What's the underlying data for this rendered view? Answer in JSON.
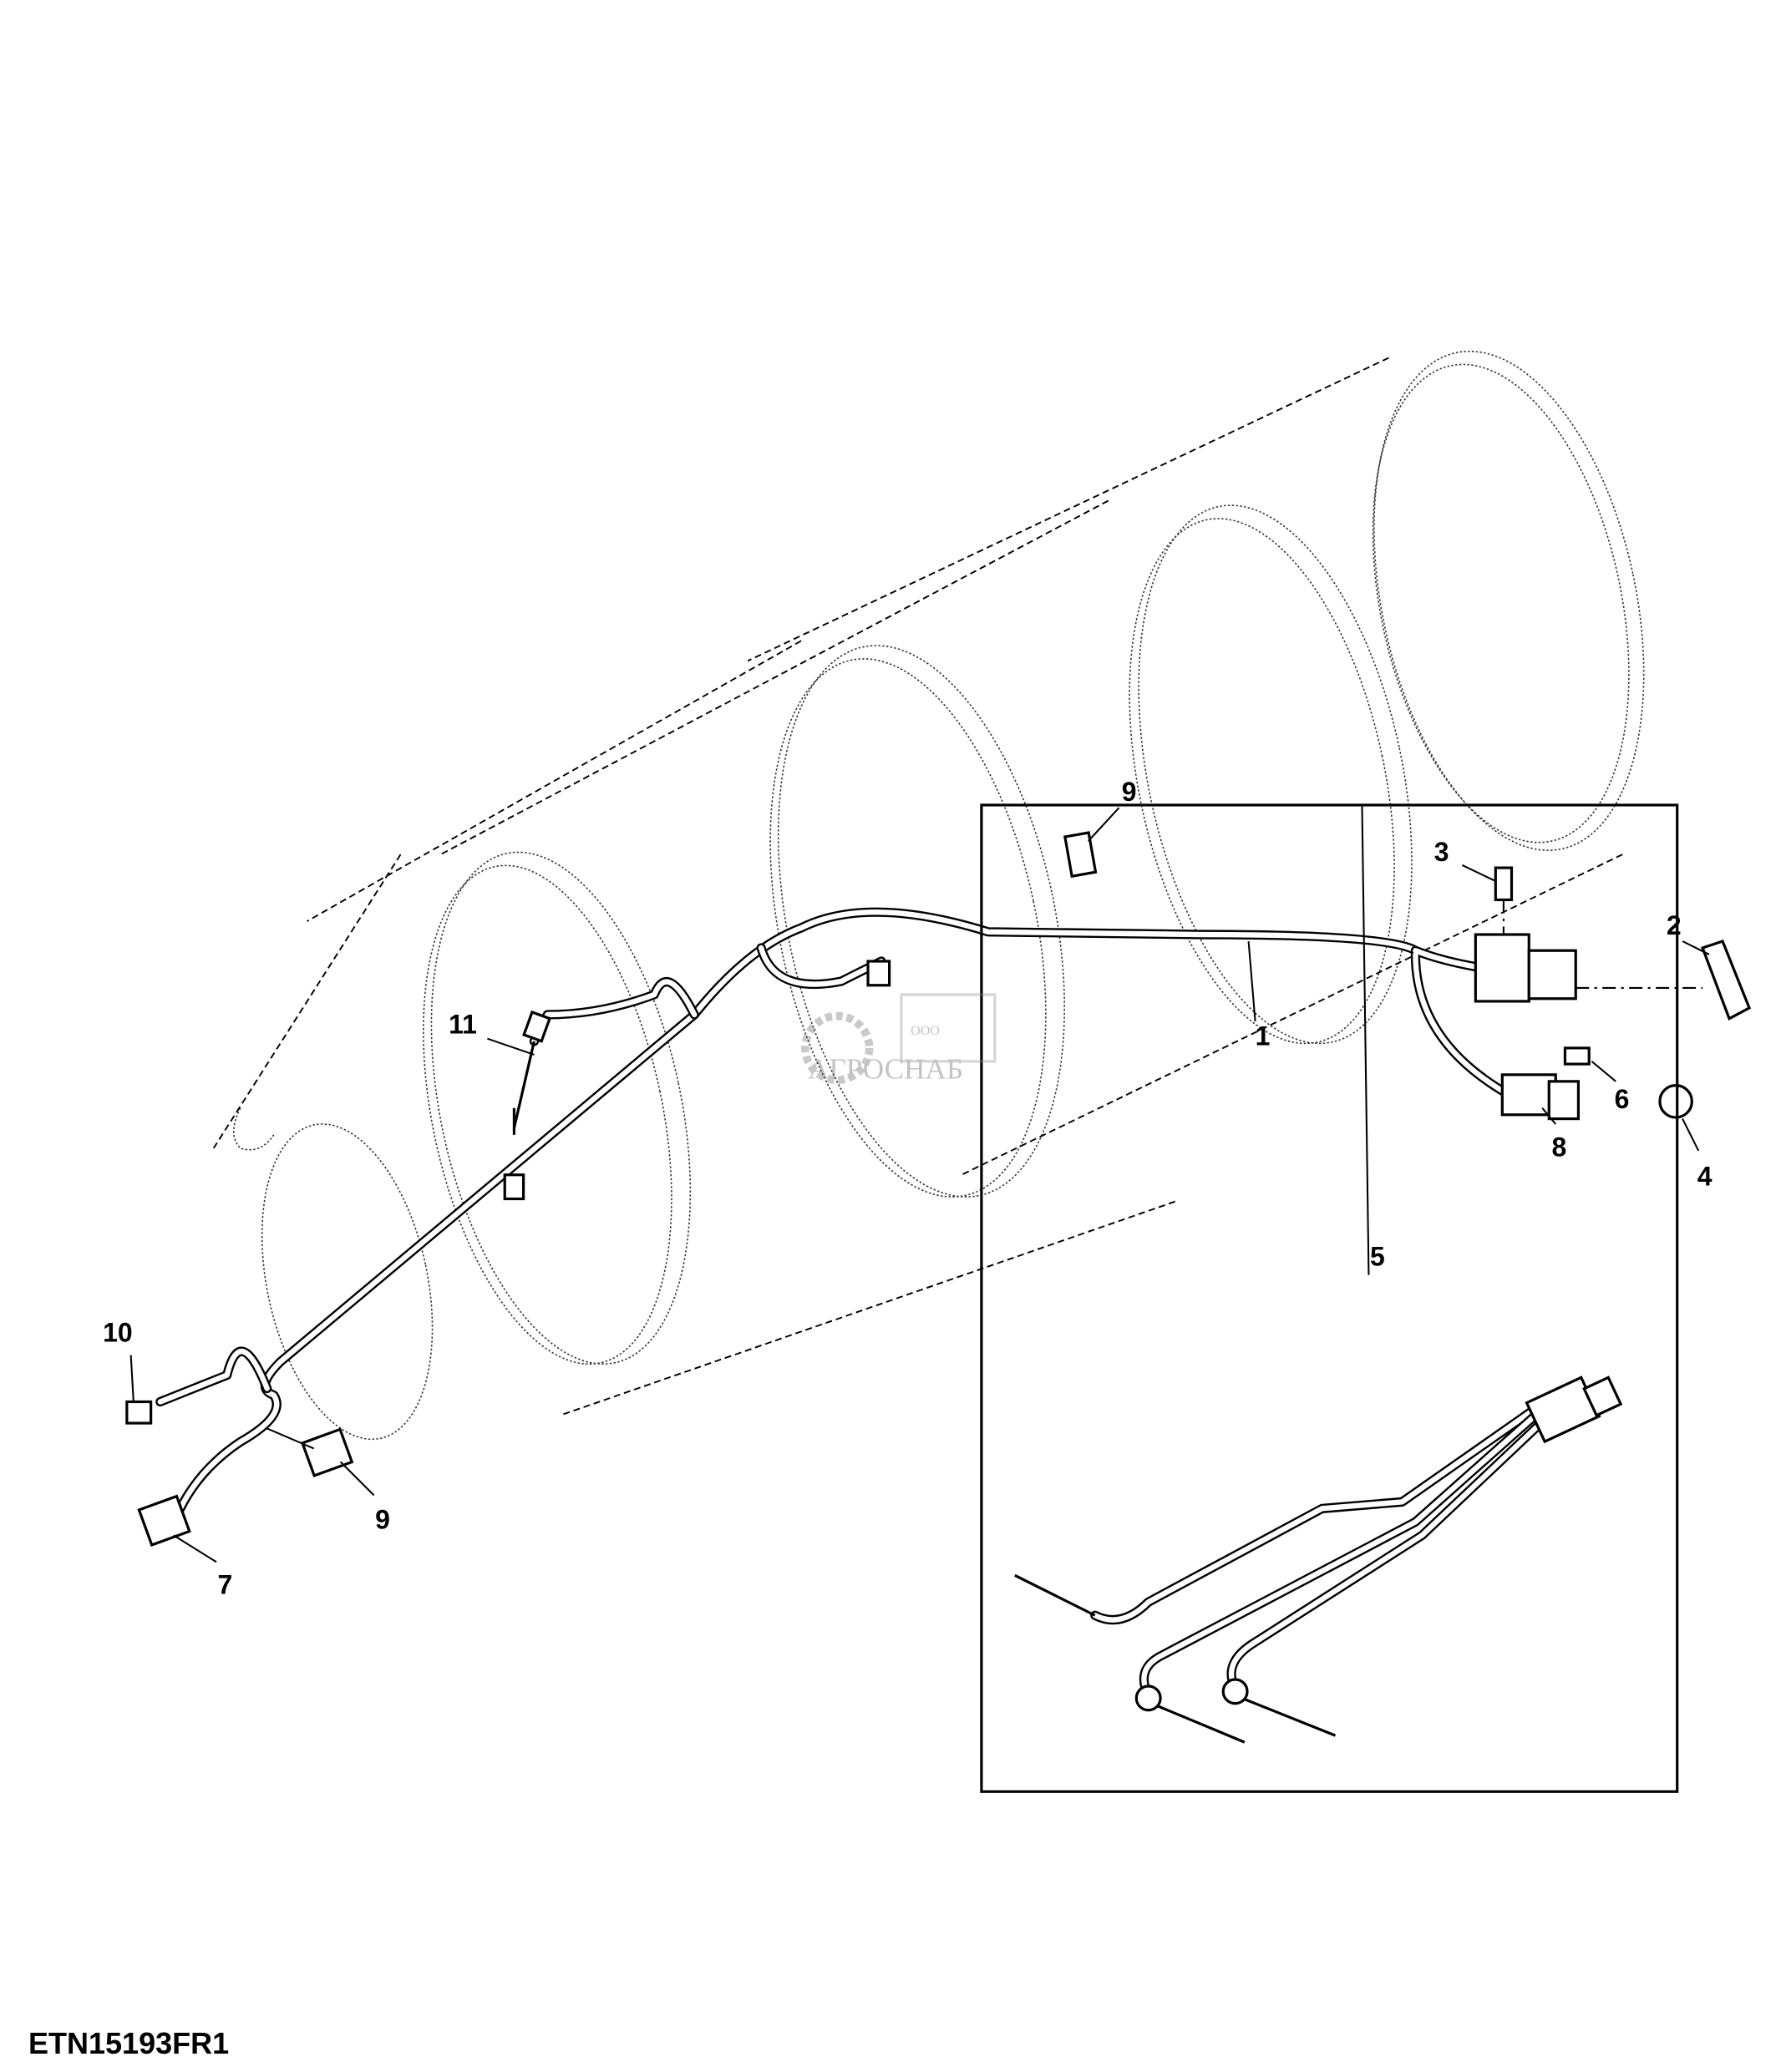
{
  "figure_id": "ETN15193FR1",
  "watermark": {
    "company": "ООО АГРОСНАБ",
    "prefix": "ООО",
    "name": "АГРОСНАБ"
  },
  "callouts": {
    "c1": "1",
    "c2": "2",
    "c3": "3",
    "c4": "4",
    "c5": "5",
    "c6": "6",
    "c7": "7",
    "c8": "8",
    "c9a": "9",
    "c9b": "9",
    "c10": "10",
    "c11": "11"
  }
}
